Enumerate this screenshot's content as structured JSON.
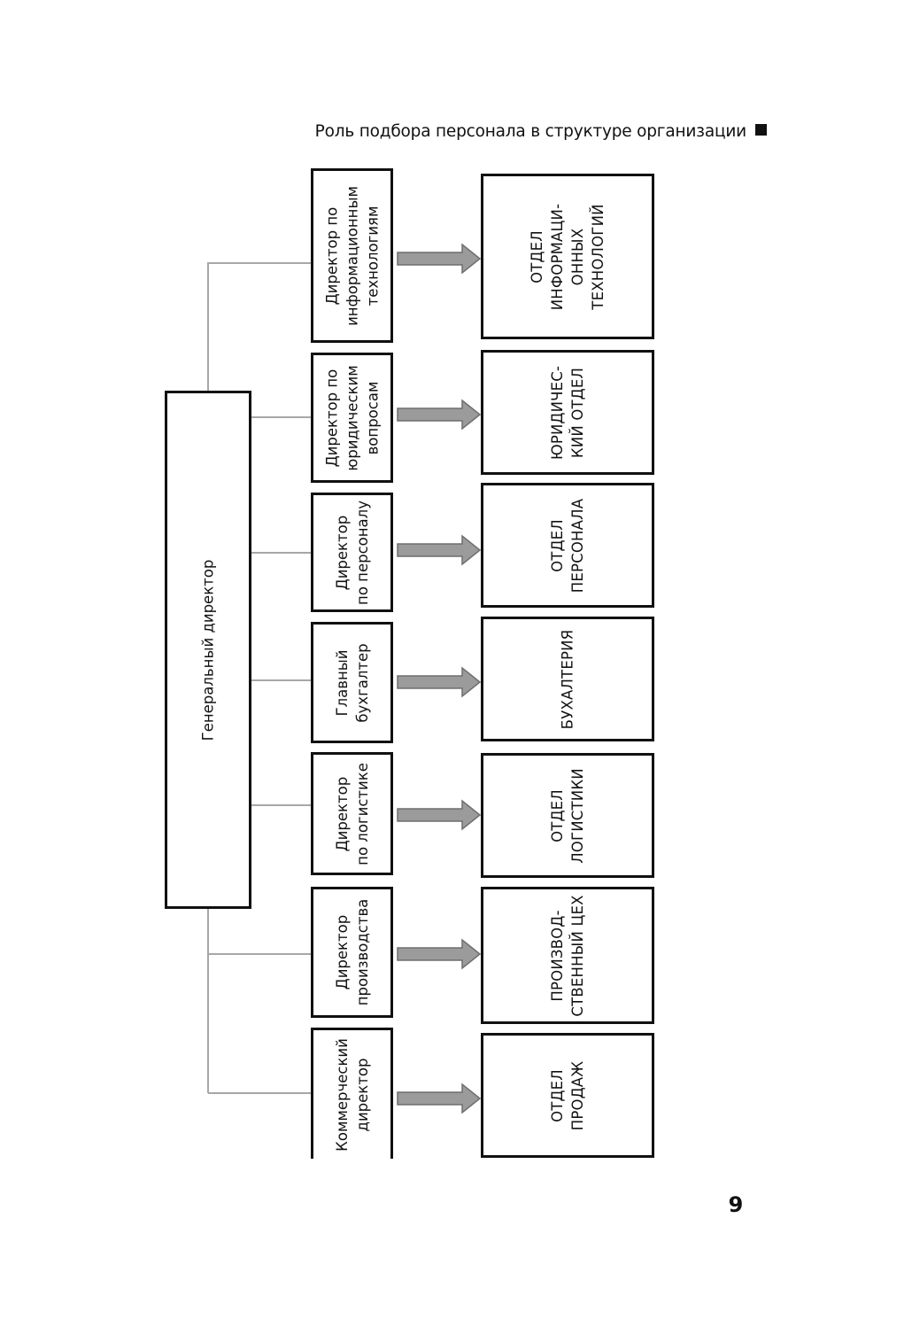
{
  "header": {
    "title": "Роль подбора персонала в структуре организации"
  },
  "chart": {
    "ceo": {
      "label": "Генеральный директор"
    },
    "rows": [
      {
        "director": [
          "Директор по",
          "информационным",
          "технологиям"
        ],
        "department": [
          "ОТДЕЛ",
          "ИНФОРМАЦИ-",
          "ОННЫХ",
          "ТЕХНОЛОГИЙ"
        ]
      },
      {
        "director": [
          "Директор по",
          "юридическим",
          "вопросам"
        ],
        "department": [
          "ЮРИДИЧЕС-",
          "КИЙ ОТДЕЛ"
        ]
      },
      {
        "director": [
          "Директор",
          "по персоналу"
        ],
        "department": [
          "ОТДЕЛ",
          "ПЕРСОНАЛА"
        ]
      },
      {
        "director": [
          "Главный",
          "бухгалтер"
        ],
        "department": [
          "БУХАЛТЕРИЯ"
        ]
      },
      {
        "director": [
          "Директор",
          "по логистике"
        ],
        "department": [
          "ОТДЕЛ",
          "ЛОГИСТИКИ"
        ]
      },
      {
        "director": [
          "Директор",
          "производства"
        ],
        "department": [
          "ПРОИЗВОД-",
          "СТВЕННЫЙ ЦЕХ"
        ]
      },
      {
        "director": [
          "Коммерческий",
          "директор"
        ],
        "department": [
          "ОТДЕЛ",
          "ПРОДАЖ"
        ]
      }
    ]
  },
  "footer": {
    "page_number": "9"
  }
}
